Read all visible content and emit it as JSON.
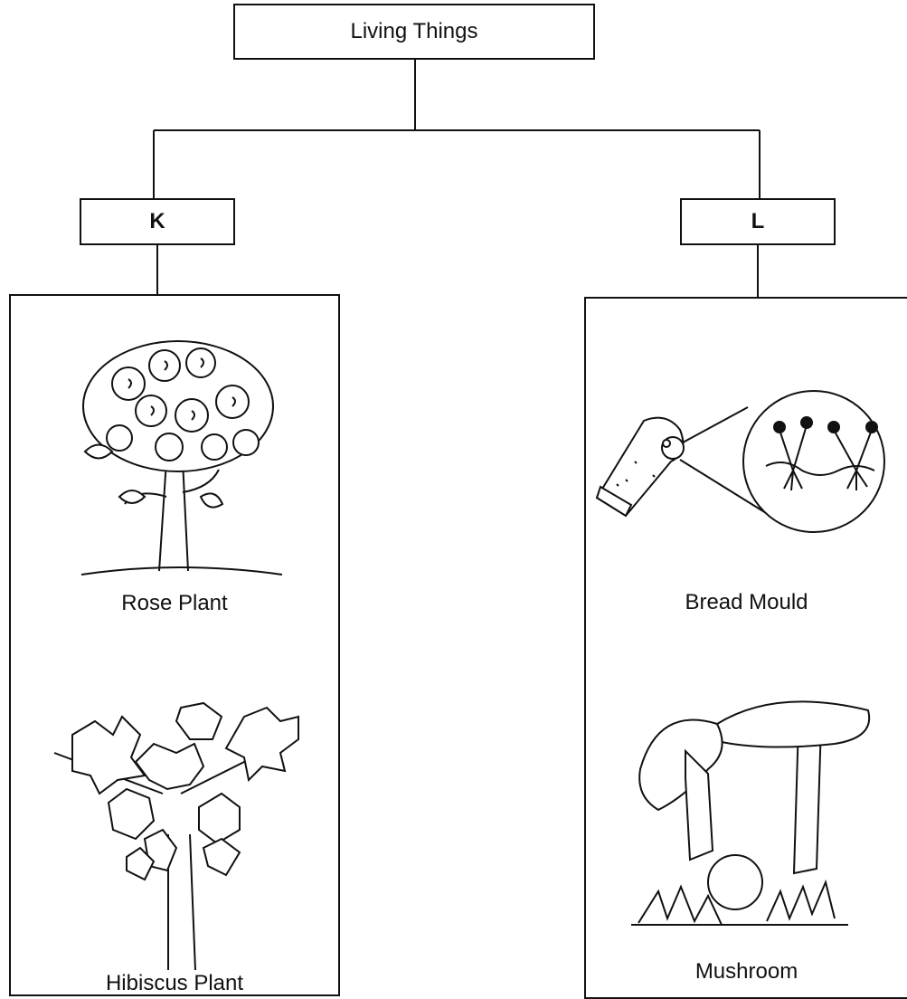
{
  "root": {
    "label": "Living Things"
  },
  "groups": [
    {
      "label": "K",
      "items": [
        "Rose Plant",
        "Hibiscus Plant"
      ]
    },
    {
      "label": "L",
      "items": [
        "Bread Mould",
        "Mushroom"
      ]
    }
  ],
  "icons": {
    "rose": "rose-plant-illustration",
    "hibiscus": "hibiscus-plant-illustration",
    "mould": "bread-mould-illustration",
    "mushroom": "mushroom-illustration"
  }
}
